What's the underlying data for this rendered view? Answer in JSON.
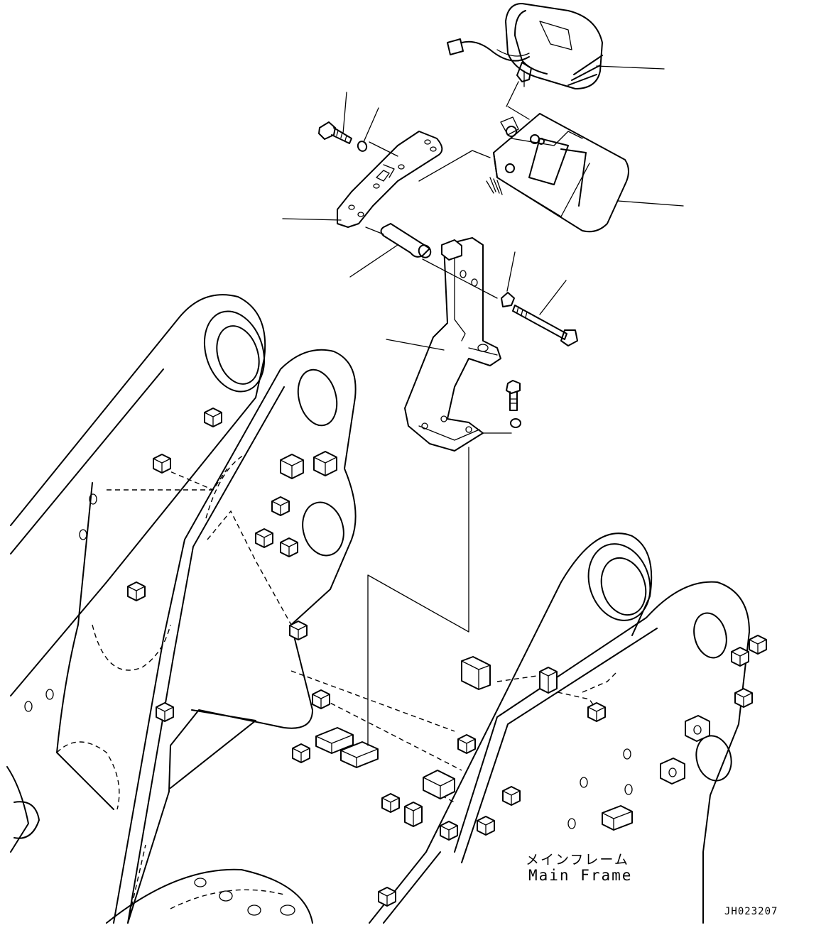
{
  "labels": {
    "main_frame_jp": "メインフレーム",
    "main_frame_en": "Main Frame",
    "drawing_code": "JH023207"
  },
  "colors": {
    "line": "#000000",
    "background": "#ffffff"
  }
}
